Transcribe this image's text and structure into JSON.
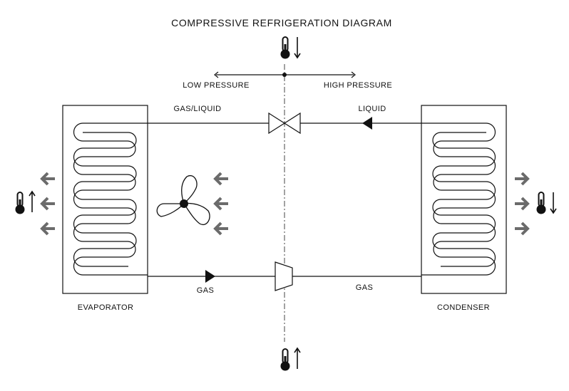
{
  "diagram": {
    "title": "COMPRESSIVE REFRIGERATION DIAGRAM",
    "labels": {
      "low_pressure": "LOW PRESSURE",
      "high_pressure": "HIGH PRESSURE",
      "gas_liquid": "GAS/LIQUID",
      "liquid": "LIQUID",
      "gas_left": "GAS",
      "gas_right": "GAS",
      "evaporator": "EVAPORATOR",
      "condenser": "CONDENSER"
    },
    "colors": {
      "line": "#111111",
      "airflow_arrow": "#6b6b6b",
      "background": "#ffffff"
    },
    "icons": {
      "top_thermometer": "thermometer-temperature-down-icon",
      "bottom_thermometer": "thermometer-temperature-up-icon",
      "left_thermometer": "thermometer-temperature-up-icon",
      "right_thermometer": "thermometer-temperature-down-icon",
      "fan": "fan-icon",
      "expansion_valve": "expansion-valve-icon",
      "compressor": "compressor-icon"
    }
  }
}
